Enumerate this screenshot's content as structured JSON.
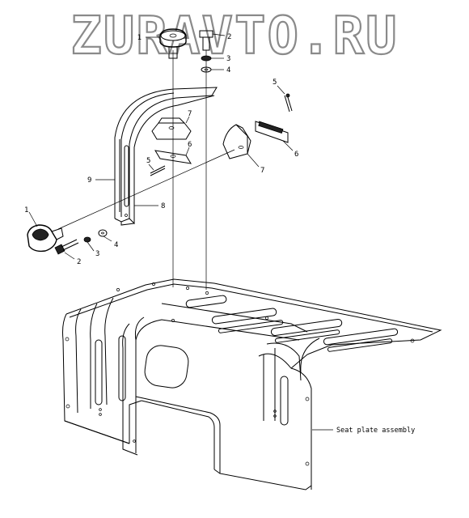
{
  "watermark": "ZURAVTO.RU",
  "callouts": {
    "top_knob": "1",
    "top_bolt": "2",
    "top_spring_washer": "3",
    "top_washer": "4",
    "right_pin": "5",
    "right_pad": "6",
    "right_bracket": "7",
    "center_bracket": "7",
    "center_pad": "6",
    "center_pin": "5",
    "rail_main": "9",
    "rail_slide": "8",
    "left_knob": "1",
    "left_bolt": "2",
    "left_spring_washer": "3",
    "left_washer": "4"
  },
  "assembly_caption": "Seat plate assembly"
}
